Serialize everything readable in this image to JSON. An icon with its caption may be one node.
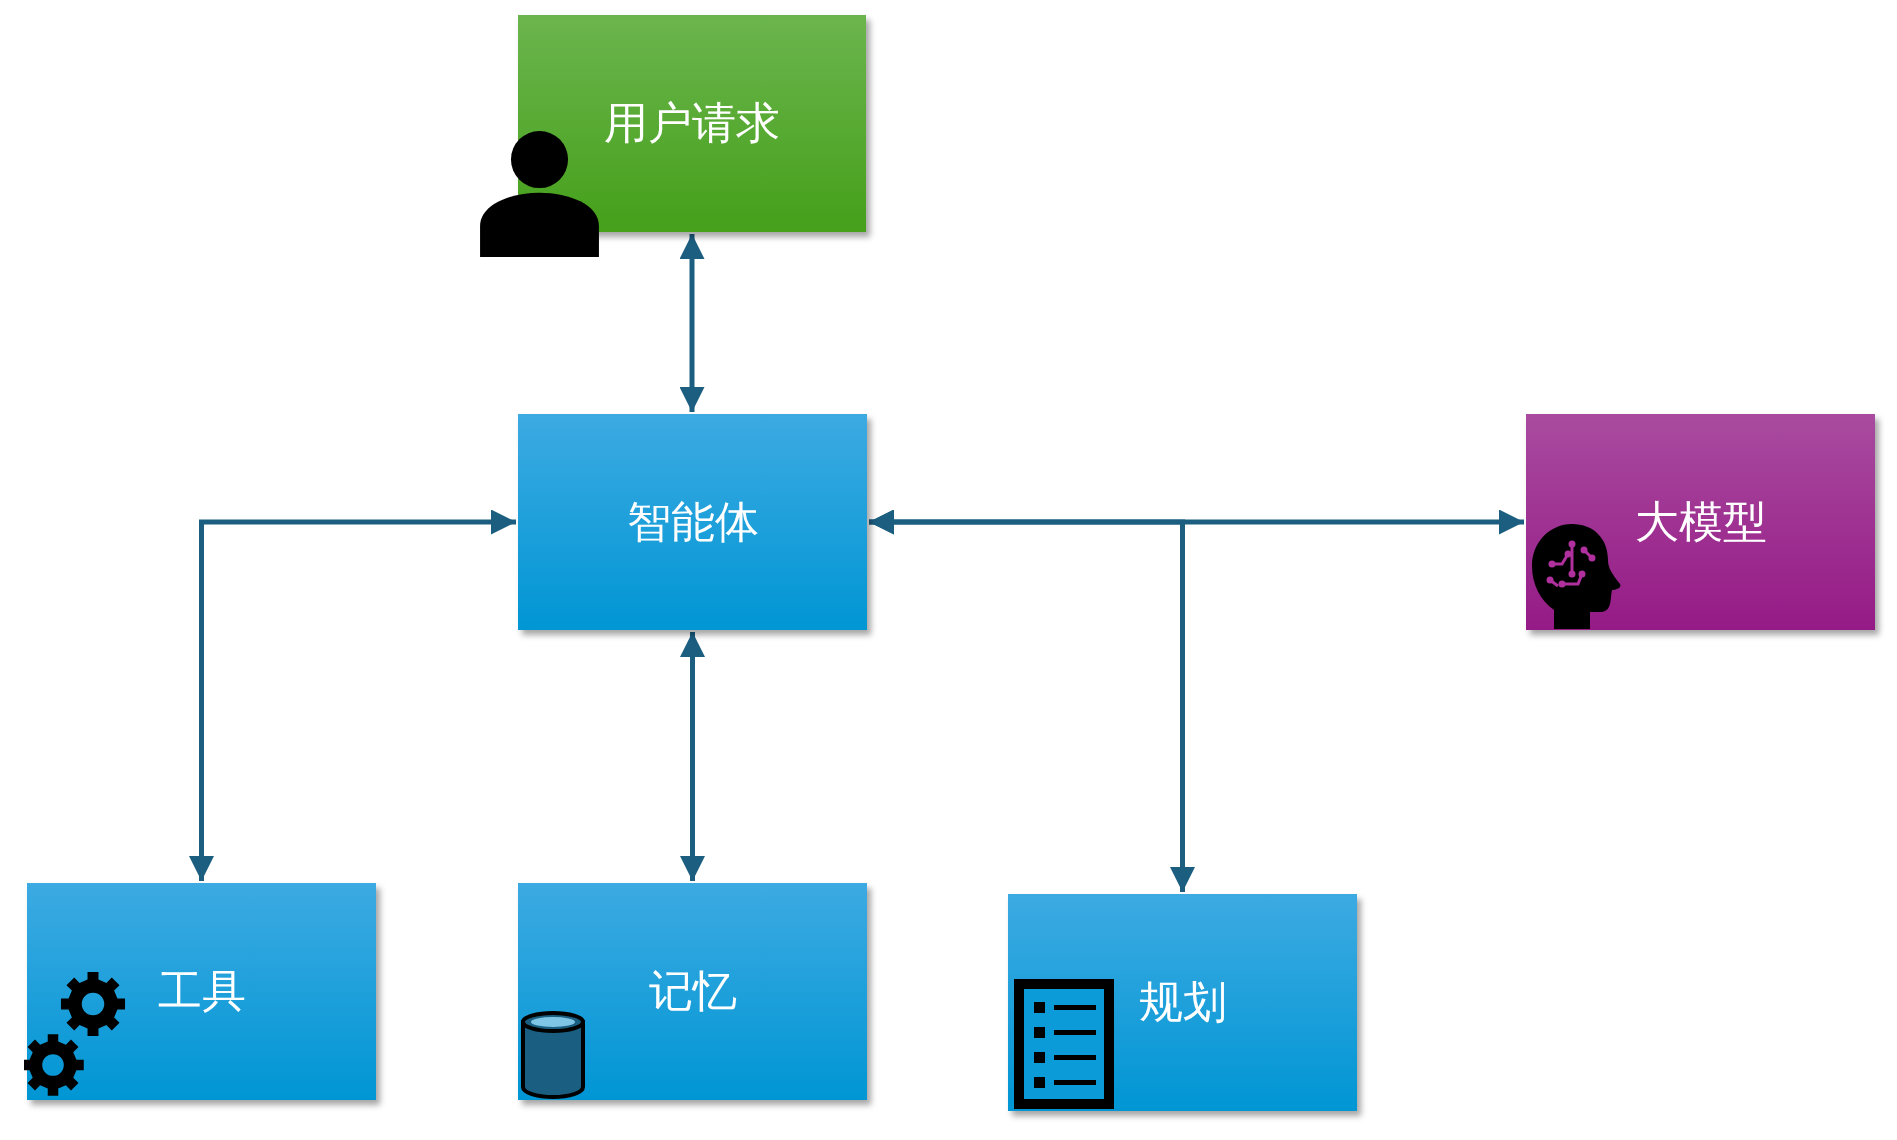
{
  "diagram": {
    "nodes": [
      {
        "text": [
          "用户请求"
        ]
      },
      {
        "text": [
          "智能体"
        ]
      },
      {
        "text": [
          "大模型"
        ]
      },
      {
        "text": [
          "工具"
        ]
      },
      {
        "text": [
          "记忆"
        ]
      },
      {
        "text": [
          "规划"
        ]
      }
    ],
    "edges": [
      {
        "from": 0,
        "to": 1,
        "arrow": "both"
      },
      {
        "from": 1,
        "to": 3,
        "arrow": "both"
      },
      {
        "from": 1,
        "to": 4,
        "arrow": "both"
      },
      {
        "from": 1,
        "to": 2,
        "arrow": "both"
      },
      {
        "from": 1,
        "to": 5,
        "arrow": "both"
      }
    ]
  }
}
